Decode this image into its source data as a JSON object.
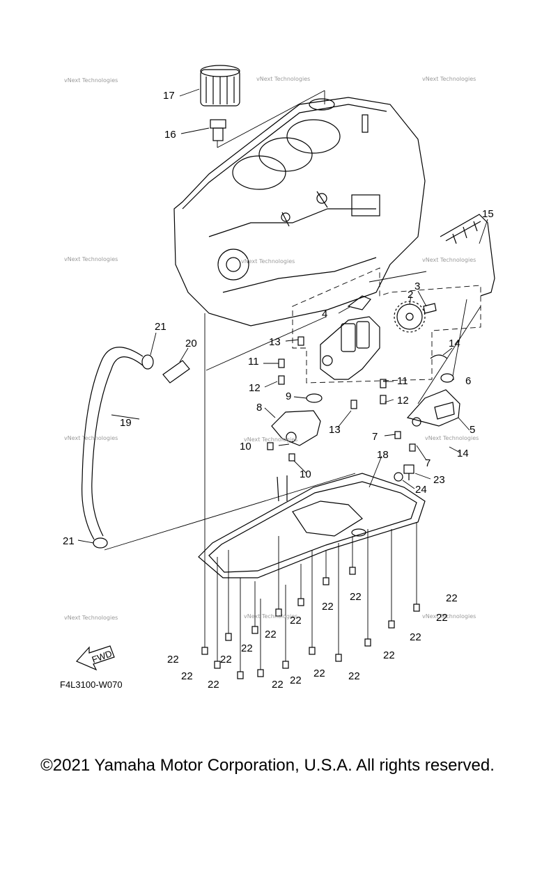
{
  "diagram": {
    "drawing_code": "F4L3100-W070",
    "fwd_label": "FWD",
    "watermark": "vNext Technologies",
    "callouts": [
      "17",
      "16",
      "15",
      "2",
      "3",
      "4",
      "13",
      "21",
      "20",
      "14",
      "11",
      "12",
      "9",
      "6",
      "11",
      "12",
      "8",
      "13",
      "5",
      "19",
      "7",
      "10",
      "14",
      "7",
      "10",
      "18",
      "23",
      "24",
      "21",
      "22",
      "22",
      "22",
      "22",
      "22",
      "22",
      "22",
      "22",
      "22",
      "22",
      "22",
      "22",
      "22",
      "22",
      "22",
      "22",
      "22",
      "22",
      "22",
      "22"
    ]
  },
  "footer": {
    "copyright": "©2021 Yamaha Motor Corporation, U.S.A. All rights reserved."
  }
}
